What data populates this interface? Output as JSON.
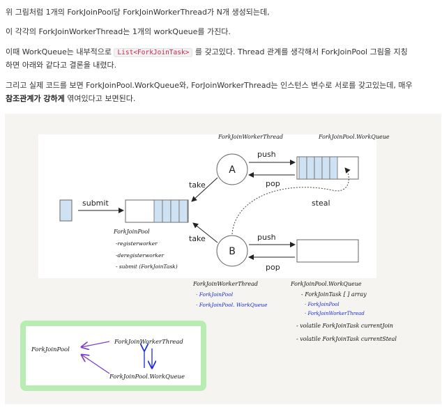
{
  "paragraphs": {
    "p1": "위 그림처럼 1개의 ForkJoinPool당 ForkJoinWorkerThread가 N개 생성되는데,",
    "p2": "이 각각의 ForkJoinWorkerThread는 1개의 workQueue를 가진다.",
    "p3_a": "이때 WorkQueue는 내부적으로",
    "p3_code": "List<ForkJoinTask>",
    "p3_b": "를 갖고있다. Thread 관계를 생각해서 ForkJoinPool 그림을 지칭",
    "p3_line2": "하면 아래와 같다고 결론을 내렸다.",
    "p4_line1": "그리고 실제 코드를 보면 ForkJoinPool.WorkQueue와, ForJoinWorkerThread는 인스턴스 변수로 서로를 갖고있는데, 매우",
    "p4_bold": "참조관계가 강하게",
    "p4_rest": "엮여있다고 보면된다."
  },
  "diagram": {
    "node_a": "A",
    "node_b": "B",
    "push_top": "push",
    "pop_top": "pop",
    "push_bottom": "push",
    "pop_bottom": "pop",
    "take_top": "take",
    "take_bottom": "take",
    "submit": "submit",
    "steal": "steal"
  },
  "annotations": {
    "fjwt_top": "ForkJoinWorkerThread",
    "fjpwq_top": "ForkJoinPool.WorkQueue",
    "pool_title": "ForkJoinPool",
    "pool_m1": "-registerworker",
    "pool_m2": "-deregisterworker",
    "pool_m3": "- submit (ForkJoinTask)",
    "fjwt_bottom": "ForkJoinWorkerThread",
    "fjwt_f1": "· ForkJoinPool",
    "fjwt_f2": "· ForkJoinPool. WorkQueue",
    "wq_title": "ForkJoinPool.WorkQueue",
    "wq_f1": "- ForkJoinTask [ ] array",
    "wq_f2": "· ForkJoinPool",
    "wq_f3": "· ForkJoinWorkerThread",
    "wq_f4": "- volatile  ForkJoinTask currentJoin",
    "wq_f5": "- volatile  ForkJoinTask currentSteal"
  },
  "relation_box": {
    "pool": "ForkJoinPool",
    "thread": "ForkJoinWorkerThread",
    "queue": "ForkJoinPool.WorkQueue"
  },
  "colors": {
    "queue_fill": "#cfe2f3",
    "ink_black": "#111111",
    "ink_blue": "#1a2ad6",
    "ink_purple": "#7a3ec8",
    "box_green": "#b8ecb2"
  }
}
